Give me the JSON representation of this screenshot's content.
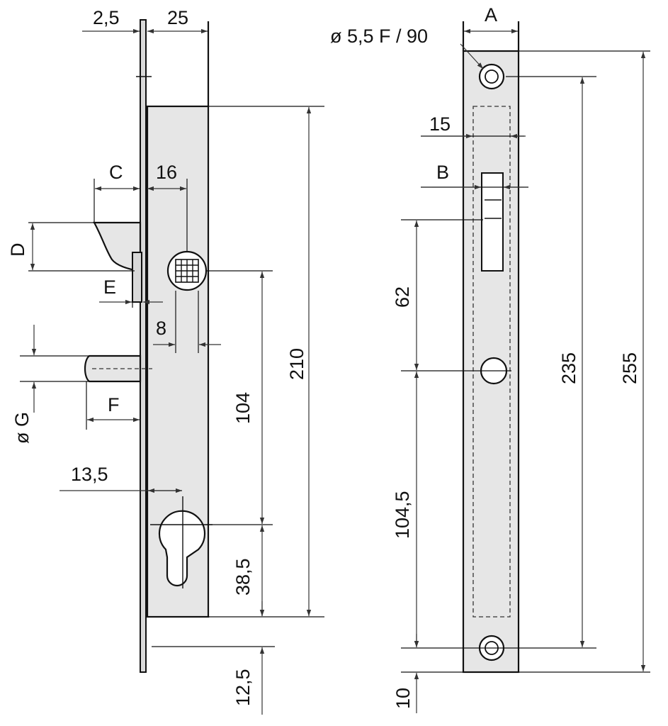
{
  "colors": {
    "line": "#111111",
    "dimension_line": "#333333",
    "body_fill": "#e6e6e6",
    "faceplate_fill": "#d9d9d9",
    "background": "#ffffff"
  },
  "side_view": {
    "dim_faceplate_thickness": "2,5",
    "dim_case_depth": "25",
    "dim_latch_projection": "C",
    "dim_spindle_offset": "16",
    "dim_latch_height": "D",
    "dim_guide_offset": "E",
    "dim_spindle_size": "8",
    "dim_bolt_diameter": "ø G",
    "dim_bolt_projection": "F",
    "dim_cylinder_offset": "13,5",
    "dim_spindle_to_cylinder": "104",
    "dim_case_height": "210",
    "dim_cylinder_to_bottom": "38,5",
    "dim_bottom_extension": "12,5"
  },
  "front_view": {
    "dim_faceplate_width": "A",
    "dim_screw_hole": "ø 5,5 F / 90",
    "dim_inner_width": "15",
    "dim_latch_opening": "B",
    "dim_latch_to_center": "62",
    "dim_center_to_screw": "104,5",
    "dim_screw_distance": "235",
    "dim_faceplate_length": "255",
    "dim_screw_to_end": "10"
  }
}
